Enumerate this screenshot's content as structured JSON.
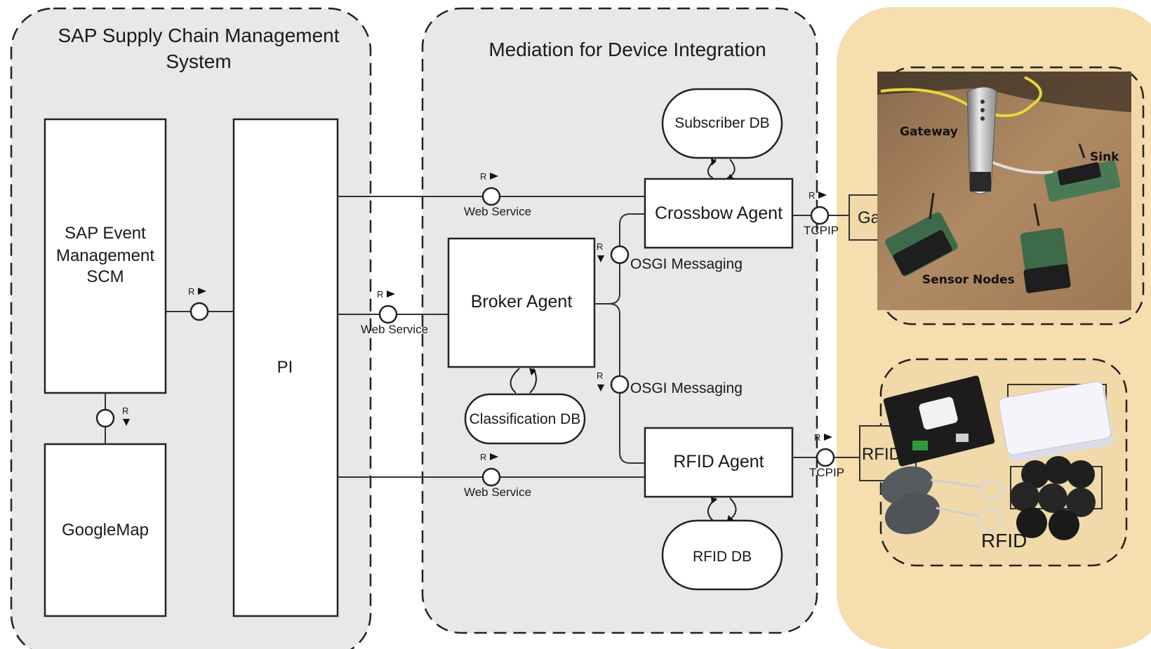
{
  "scm": {
    "title_line1": "SAP Supply Chain Management",
    "title_line2": "System",
    "event_mgmt_line1": "SAP Event",
    "event_mgmt_line2": "Management",
    "event_mgmt_line3": "SCM",
    "googlemap": "GoogleMap",
    "pi": "PI"
  },
  "mediation": {
    "title": "Mediation for Device Integration",
    "subscriber_db": "Subscriber DB",
    "crossbow_agent": "Crossbow Agent",
    "broker_agent": "Broker Agent",
    "classification_db": "Classification DB",
    "rfid_agent": "RFID Agent",
    "rfid_db": "RFID DB"
  },
  "interfaces": {
    "r_marker": "R",
    "web_service": "Web Service",
    "osgi_messaging": "OSGI Messaging",
    "tcpip": "TCPIP"
  },
  "devices": {
    "gateway_partial": "Ga",
    "rfid_box": "RFID",
    "rfid_bottom": "RFID",
    "photo_gateway": "Gateway",
    "photo_sink": "Sink",
    "photo_sensor_nodes": "Sensor Nodes"
  }
}
